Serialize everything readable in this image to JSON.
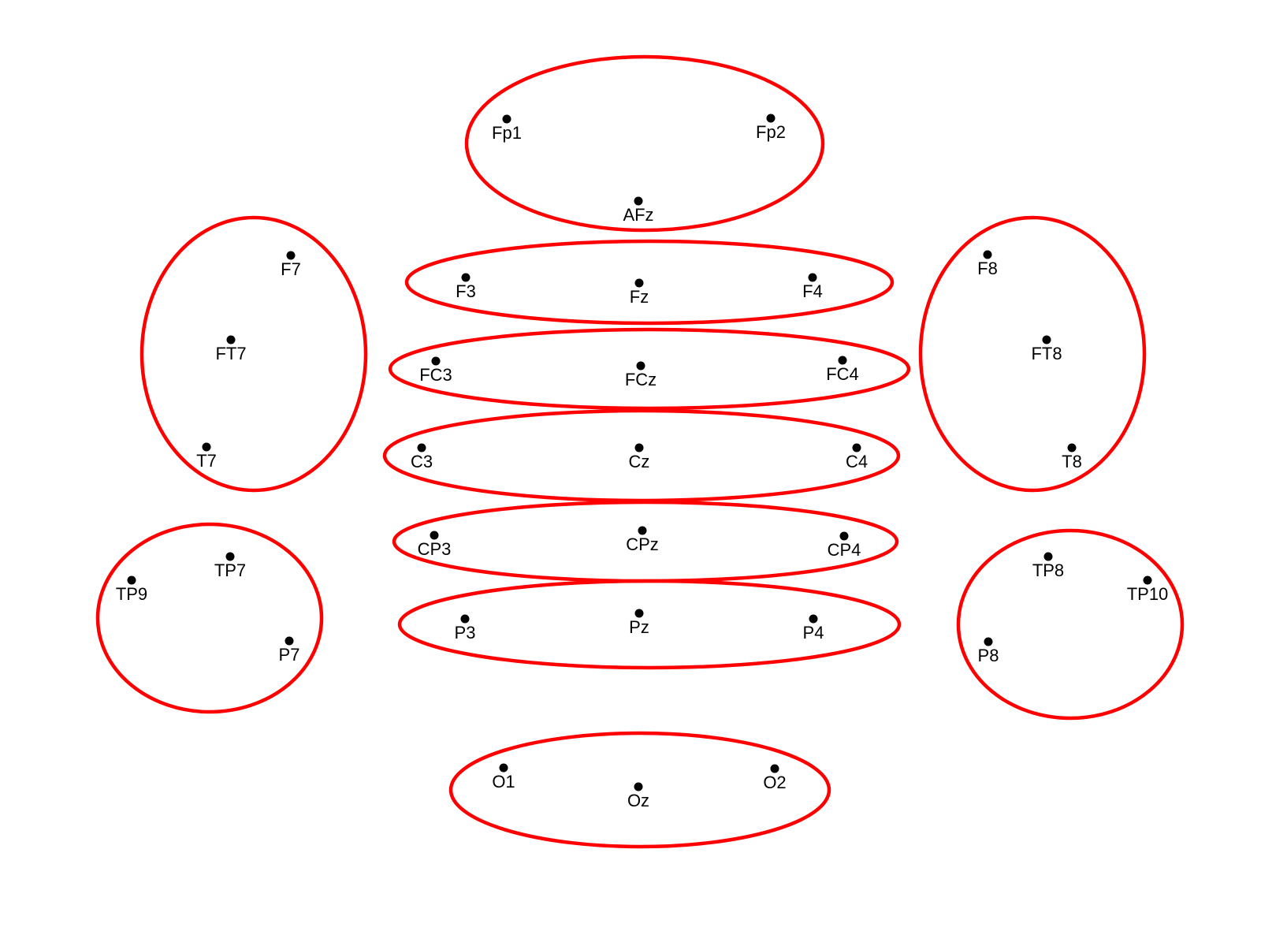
{
  "colors": {
    "background": "#ffffff",
    "region_outline": "#ff0000",
    "electrode": "#000000"
  },
  "regions": [
    {
      "id": "frontopolar",
      "electrodes": [
        "Fp1",
        "Fp2",
        "AFz"
      ]
    },
    {
      "id": "left-frontotemporal",
      "electrodes": [
        "F7",
        "FT7",
        "T7"
      ]
    },
    {
      "id": "right-frontotemporal",
      "electrodes": [
        "F8",
        "FT8",
        "T8"
      ]
    },
    {
      "id": "frontal",
      "electrodes": [
        "F3",
        "Fz",
        "F4"
      ]
    },
    {
      "id": "frontocentral",
      "electrodes": [
        "FC3",
        "FCz",
        "FC4"
      ]
    },
    {
      "id": "central",
      "electrodes": [
        "C3",
        "Cz",
        "C4"
      ]
    },
    {
      "id": "centroparietal",
      "electrodes": [
        "CP3",
        "CPz",
        "CP4"
      ]
    },
    {
      "id": "parietal",
      "electrodes": [
        "P3",
        "Pz",
        "P4"
      ]
    },
    {
      "id": "left-temporoparietal",
      "electrodes": [
        "TP9",
        "TP7",
        "P7"
      ]
    },
    {
      "id": "right-temporoparietal",
      "electrodes": [
        "TP8",
        "TP10",
        "P8"
      ]
    },
    {
      "id": "occipital",
      "electrodes": [
        "O1",
        "Oz",
        "O2"
      ]
    }
  ]
}
